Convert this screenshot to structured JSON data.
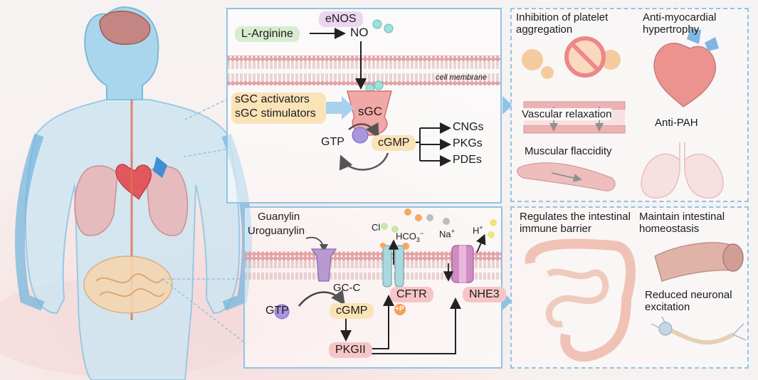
{
  "top_pathway": {
    "l_arginine": "L-Arginine",
    "enos": "eNOS",
    "no": "NO",
    "cell_membrane": "cell membrane",
    "sgc_activators": "sGC activators",
    "sgc_stimulators": "sGC stimulators",
    "sgc": "sGC",
    "gtp": "GTP",
    "cgmp": "cGMP",
    "targets": [
      "CNGs",
      "PKGs",
      "PDEs"
    ]
  },
  "top_effects": {
    "platelet": "Inhibition of platelet aggregation",
    "myocardial": "Anti-myocardial hypertrophy",
    "vascular": "Vascular relaxation",
    "pah": "Anti-PAH",
    "muscular": "Muscular flaccidity"
  },
  "bottom_pathway": {
    "guanylin": "Guanylin",
    "uroguanylin": "Uroguanylin",
    "cl": "Cl",
    "hco3": "HCO",
    "hco3_sub": "3",
    "hco3_sup": "−",
    "na": "Na",
    "na_sup": "+",
    "h": "H",
    "h_sup": "+",
    "gcc": "GC-C",
    "gtp": "GTP",
    "cgmp": "cGMP",
    "cftr": "CFTR",
    "nhe3": "NHE3",
    "pkgii": "PKGII",
    "phospho": "+P"
  },
  "bottom_effects": {
    "immune": "Regulates the intestinal immune barrier",
    "homeostasis": "Maintain intestinal homeostasis",
    "neuronal": "Reduced neuronal excitation"
  },
  "colors": {
    "panel_border": "#8fc3e6",
    "membrane_head": "#e8a2a5",
    "sgc": "#f2a8a6",
    "gcc": "#b89ad0",
    "cgmp_pill": "#fbe3b8",
    "pkgii_pill": "#f6c6c6"
  }
}
